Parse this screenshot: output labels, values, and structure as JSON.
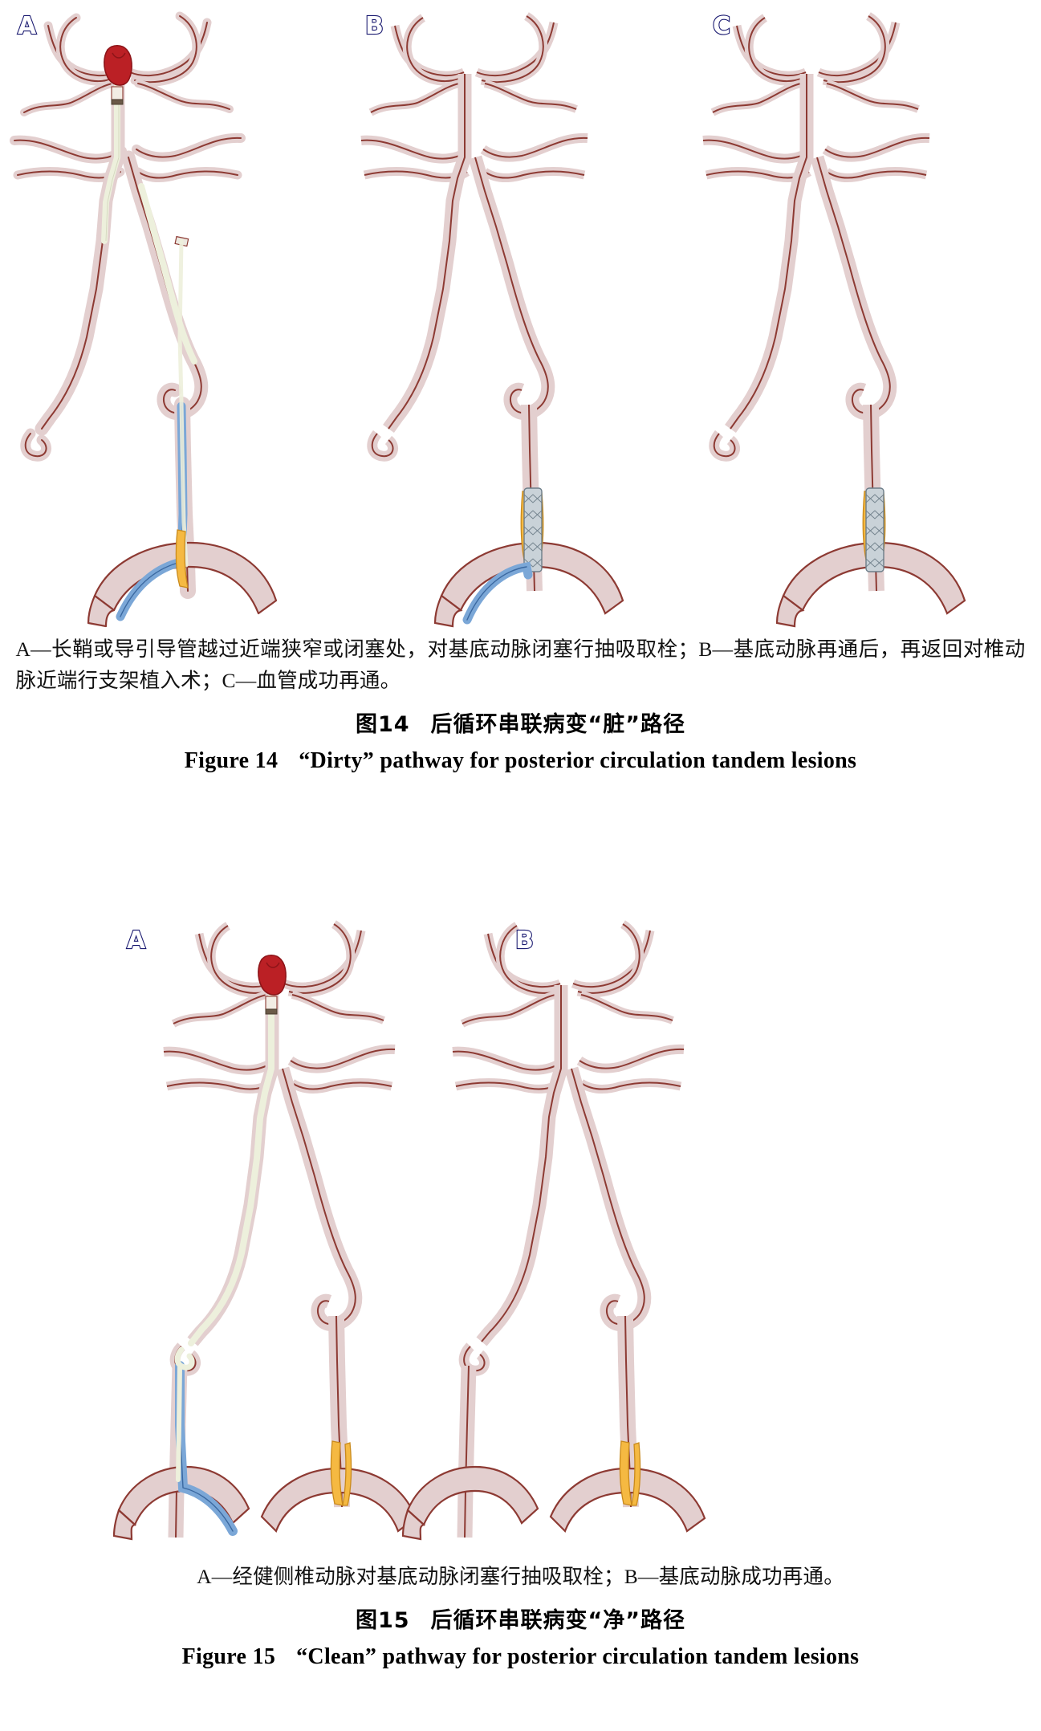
{
  "document": {
    "type": "medical-illustration-figure-page",
    "language": "zh-CN + en"
  },
  "figure14": {
    "panels": [
      {
        "label": "A",
        "name": "panel-a-aspiration-through-long-sheath"
      },
      {
        "label": "B",
        "name": "panel-b-vertebral-stent-implantation"
      },
      {
        "label": "C",
        "name": "panel-c-successful-recanalization"
      }
    ],
    "caption_note": "A—长鞘或导引导管越过近端狭窄或闭塞处，对基底动脉闭塞行抽吸取栓；B—基底动脉再通后，再返回对椎动脉近端行支架植入术；C—血管成功再通。",
    "title_cn_number": "图14",
    "title_cn_text": "后循环串联病变“脏”路径",
    "title_en_number": "Figure 14",
    "title_en_text": "“Dirty” pathway for posterior circulation tandem lesions"
  },
  "figure15": {
    "panels": [
      {
        "label": "A",
        "name": "panel-a-contralateral-vertebral-aspiration"
      },
      {
        "label": "B",
        "name": "panel-b-basilar-recanalized"
      }
    ],
    "caption_note": "A—经健侧椎动脉对基底动脉闭塞行抽吸取栓；B—基底动脉成功再通。",
    "title_cn_number": "图15",
    "title_cn_text": "后循环串联病变“净”路径",
    "title_en_number": "Figure 15",
    "title_en_text": "“Clean” pathway for posterior circulation tandem lesions"
  },
  "colors": {
    "vessel_fill": "#e3cfcf",
    "vessel_stroke": "#8d3a33",
    "vessel_highlight": "#f2e5e4",
    "catheter_blue": "#7ba7d7",
    "catheter_blue_stroke": "#2f5d96",
    "guidewire_cream": "#edf0dc",
    "plaque_orange": "#f5b942",
    "plaque_orange_stroke": "#c98a1c",
    "clot_red": "#bb2025",
    "clot_red_stroke": "#8d1418",
    "stent_mesh": "#b8c4cc",
    "stent_mesh_stroke": "#6d7d88",
    "panel_label_outline": "#191970",
    "panel_label_fill": "#ffffff",
    "background": "#ffffff",
    "text": "#000000"
  },
  "annotations": {
    "clot_name": "basilar-tip-thrombus",
    "plaque_name": "vertebral-origin-stenosis-plaque",
    "stent_name": "vertebral-origin-stent",
    "catheter_name": "guide-catheter-long-sheath",
    "aorta_name": "aortic-arch"
  }
}
